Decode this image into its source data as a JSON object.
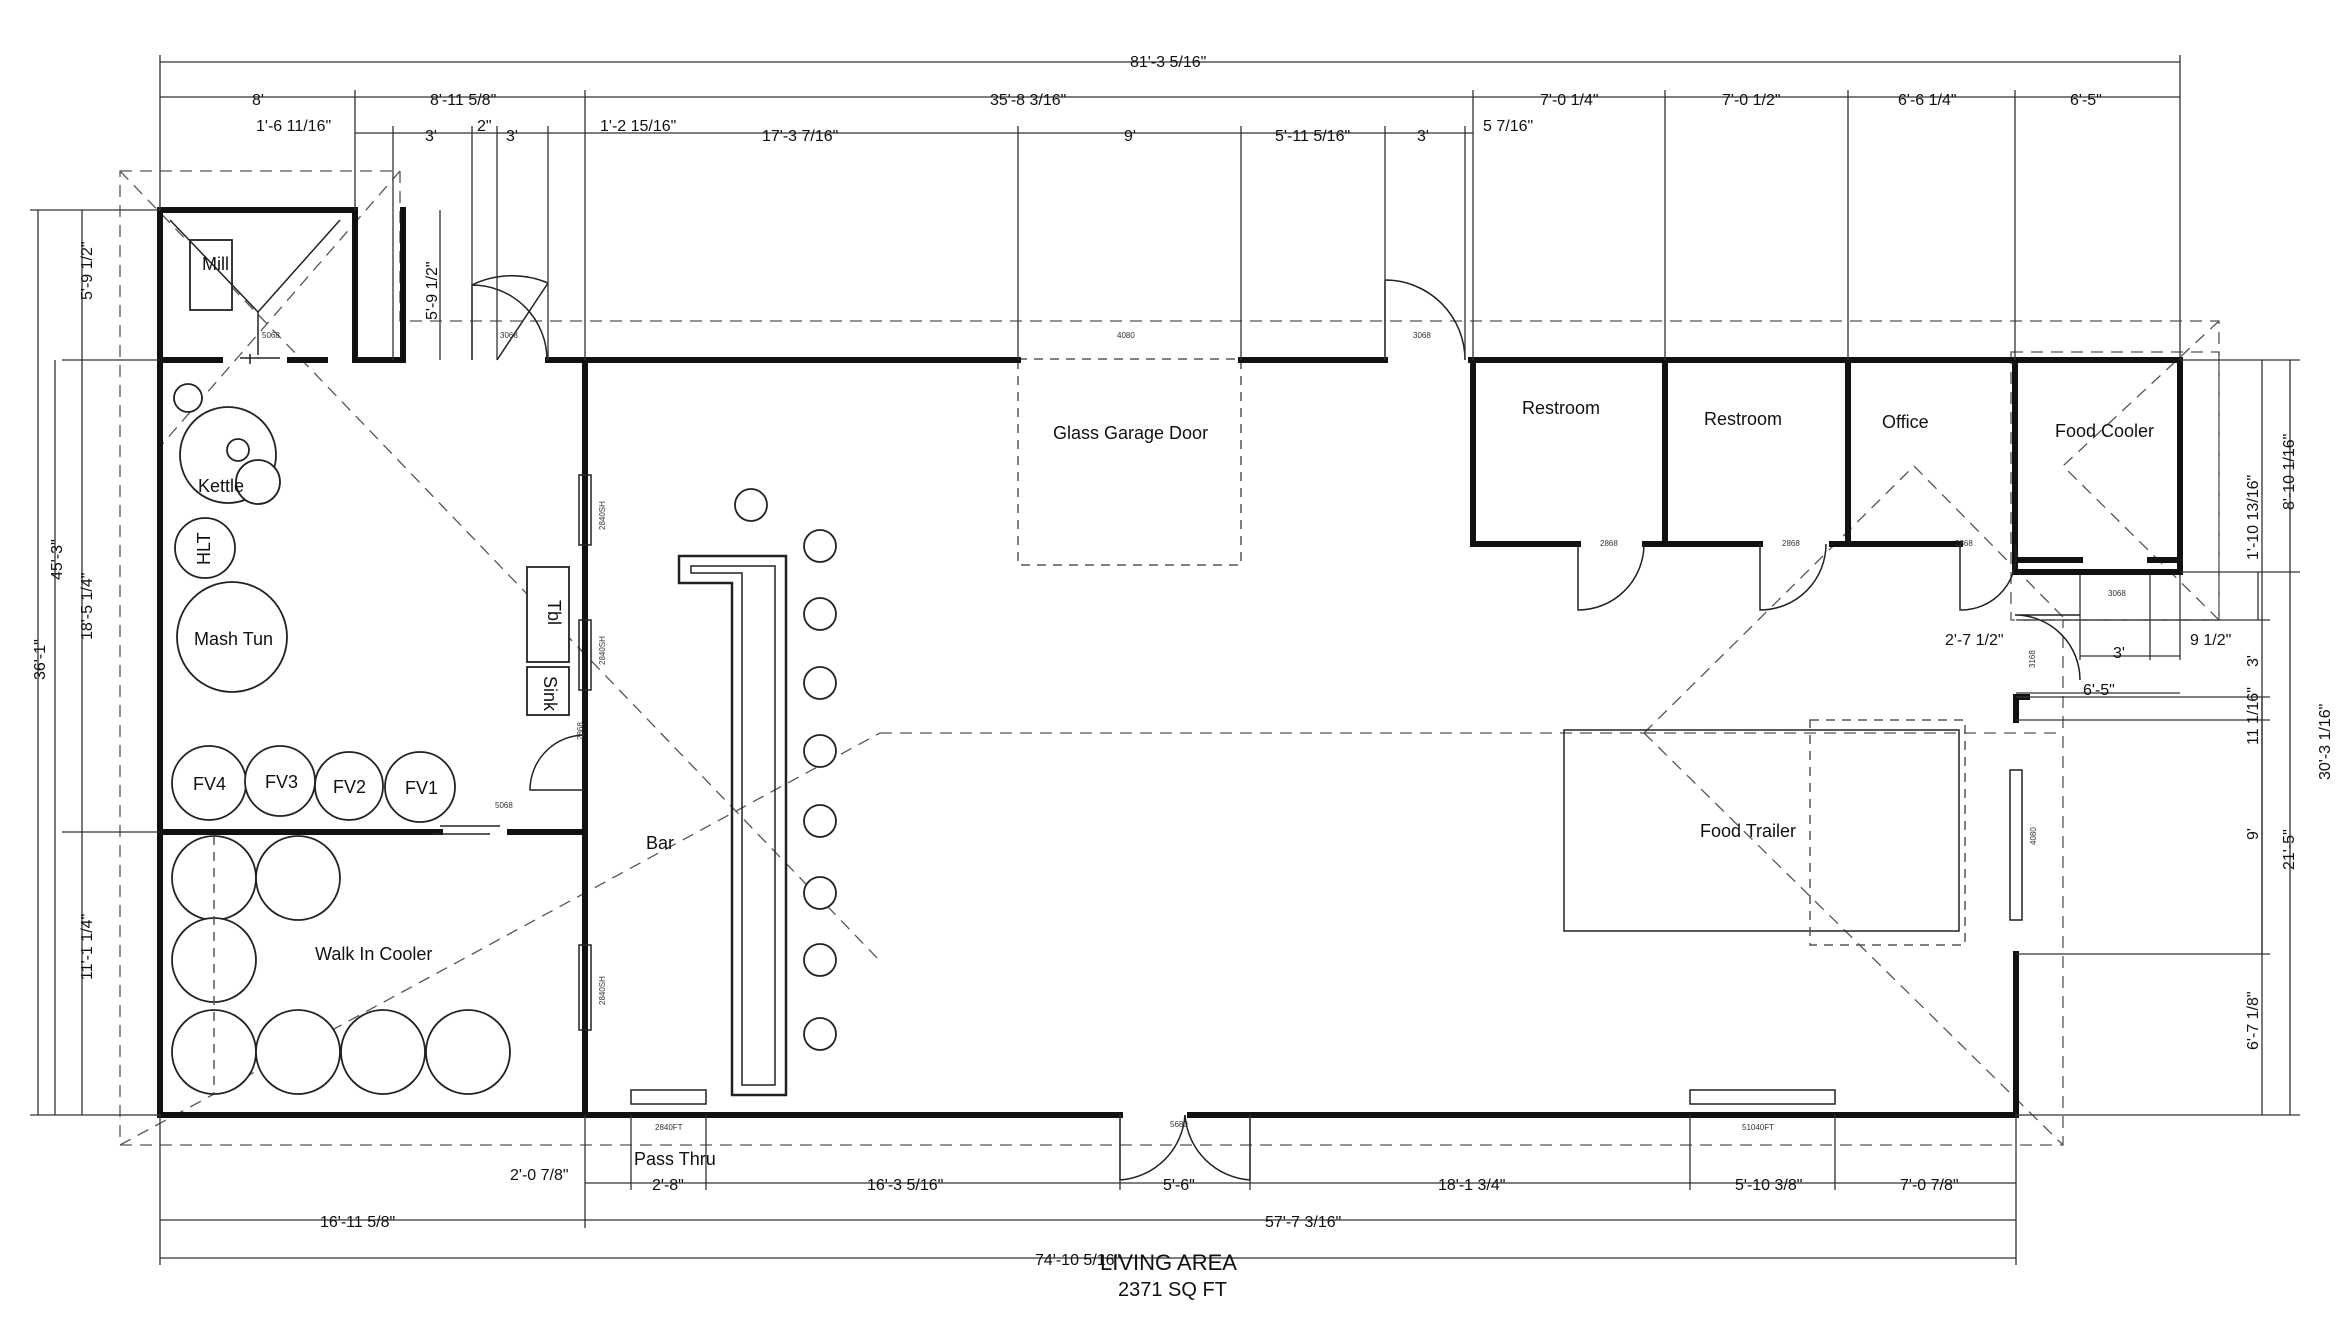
{
  "rooms": {
    "mill": "Mill",
    "kettle": "Kettle",
    "hlt": "HLT",
    "mash_tun": "Mash Tun",
    "fv4": "FV4",
    "fv3": "FV3",
    "fv2": "FV2",
    "fv1": "FV1",
    "walk_in_cooler": "Walk In Cooler",
    "tbl": "Tbl",
    "sink": "Sink",
    "bar": "Bar",
    "glass_garage_door": "Glass Garage Door",
    "restroom_1": "Restroom",
    "restroom_2": "Restroom",
    "office": "Office",
    "food_cooler": "Food Cooler",
    "food_trailer": "Food Trailer",
    "pass_thru": "Pass Thru"
  },
  "title": {
    "line1": "LIVING AREA",
    "line2": "2371 SQ FT"
  },
  "dims": {
    "top_overall": "81'-3 5/16\"",
    "top_8": "8'",
    "top_8_11_58": "8'-11 5/8\"",
    "top_35_8_316": "35'-8 3/16\"",
    "top_7_0_14": "7'-0 1/4\"",
    "top_7_0_12": "7'-0 1/2\"",
    "top_6_6_14": "6'-6 1/4\"",
    "top_6_5": "6'-5\"",
    "row2_1_6_1116": "1'-6 11/16\"",
    "row2_3a": "3'",
    "row2_2": "2\"",
    "row2_3b": "3'",
    "row2_1_2_1516": "1'-2 15/16\"",
    "row2_17_3_716": "17'-3 7/16\"",
    "row2_9": "9'",
    "row2_5_11_516": "5'-11 5/16\"",
    "row2_3c": "3'",
    "row2_5_716": "5 7/16\"",
    "left_5_9_12": "5'-9 1/2\"",
    "left_45_3": "45'-3\"",
    "left_36_1": "36'-1\"",
    "left_18_5_14": "18'-5 1/4\"",
    "left_11_1_14": "11'-1 1/4\"",
    "vest_5_9_12": "5'-9 1/2\"",
    "right_8_10_116": "8'-10 1/16\"",
    "right_1_10_1316": "1'-10 13/16\"",
    "right_30_3_116": "30'-3 1/16\"",
    "right_21_5": "21'-5\"",
    "right_11_116": "11 1/16\"",
    "right_9": "9'",
    "right_6_7_18": "6'-7 1/8\"",
    "right_3": "3'",
    "cooler_2_7_12": "2'-7 1/2\"",
    "cooler_3": "3'",
    "cooler_9_12": "9 1/2\"",
    "cooler_6_5": "6'-5\"",
    "bot_2_0_78": "2'-0 7/8\"",
    "bot_2_8": "2'-8\"",
    "bot_16_3_516": "16'-3 5/16\"",
    "bot_5_6": "5'-6\"",
    "bot_18_1_34": "18'-1 3/4\"",
    "bot_5_10_38": "5'-10 3/8\"",
    "bot_7_0_78": "7'-0 7/8\"",
    "bot_16_11_58": "16'-11 5/8\"",
    "bot_57_7_316": "57'-7 3/16\"",
    "bot_74_10_516": "74'-10 5/16\""
  },
  "tags": {
    "d5068_mill": "5068",
    "d3068_vest": "3068",
    "d4080_glass": "4080",
    "d3068_east": "3068",
    "d2868_brew": "2868",
    "d5068_cooler": "5068",
    "w2840_a": "2840SH",
    "w2840_b": "2840SH",
    "w2840_c": "2840SH",
    "d2868_rr1": "2868",
    "d2868_rr2": "2868",
    "d2868_off": "2868",
    "d3068_fc": "3068",
    "d3168": "3168",
    "d4080_east": "4080",
    "w2840ft": "2840FT",
    "d5680": "5680",
    "w51040": "51040FT"
  }
}
